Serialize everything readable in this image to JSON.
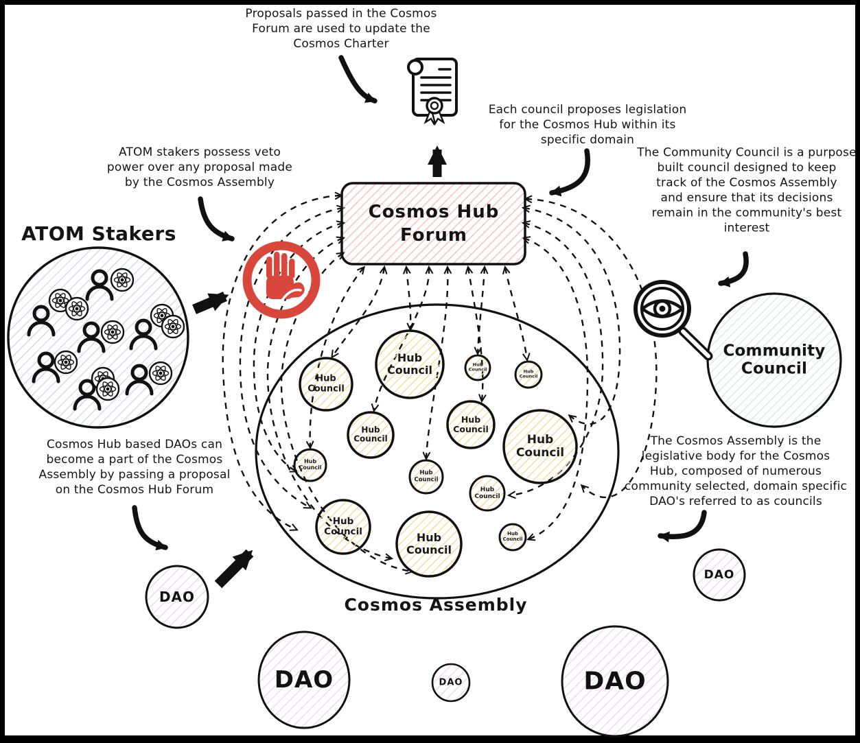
{
  "colors": {
    "ink": "#111111",
    "veto_red": "#d9463c",
    "forum_hatch": "#f6b3ad",
    "council_hatch": "#f6d88e",
    "stakers_hatch": "#b9cfe8",
    "community_hatch": "#c3e6dc",
    "dao_hatch": "#ecbdf2"
  },
  "annotations": {
    "charter_note": "Proposals passed in the Cosmos\nForum are used to update the\nCosmos Charter",
    "legislation_note": "Each council proposes legislation\nfor the Cosmos Hub within its\nspecific domain",
    "community_note": "The Community Council is a purpose\nbuilt council designed to keep\ntrack of the Cosmos Assembly\nand ensure that its decisions\nremain in the community's best\ninterest",
    "veto_note": "ATOM stakers possess veto\npower over any proposal made\nby the Cosmos Assembly",
    "dao_note": "Cosmos Hub based DAOs can\nbecome a part of the Cosmos\nAssembly by passing a proposal\non the Cosmos Hub Forum",
    "assembly_note": "The Cosmos Assembly is the\nlegislative body for the Cosmos\nHub, composed of numerous\ncommunity selected, domain specific\nDAO's referred to as councils"
  },
  "stakers": {
    "title": "ATOM Stakers"
  },
  "forum": {
    "label": "Cosmos Hub Forum"
  },
  "community": {
    "label": "Community\nCouncil"
  },
  "assembly": {
    "label": "Cosmos Assembly",
    "councils": [
      {
        "label": "Hub Council"
      },
      {
        "label": "Hub Council"
      },
      {
        "label": "Hub Council"
      },
      {
        "label": "Hub Council"
      },
      {
        "label": "Hub Council"
      },
      {
        "label": "Hub Council"
      },
      {
        "label": "Hub Council"
      },
      {
        "label": "Hub Council"
      },
      {
        "label": "Hub Council"
      },
      {
        "label": "Hub Council"
      },
      {
        "label": "Hub Council"
      },
      {
        "label": "Hub Council"
      },
      {
        "label": "Hub Council"
      }
    ]
  },
  "daos": {
    "items": [
      {
        "label": "DAO"
      },
      {
        "label": "DAO"
      },
      {
        "label": "DAO"
      },
      {
        "label": "DAO"
      },
      {
        "label": "DAO"
      }
    ]
  },
  "icons": {
    "certificate": "certificate-icon",
    "stop_hand": "stop-hand-icon",
    "magnifier_eye": "magnifier-eye-icon",
    "person": "person-icon",
    "atom": "atom-icon"
  }
}
